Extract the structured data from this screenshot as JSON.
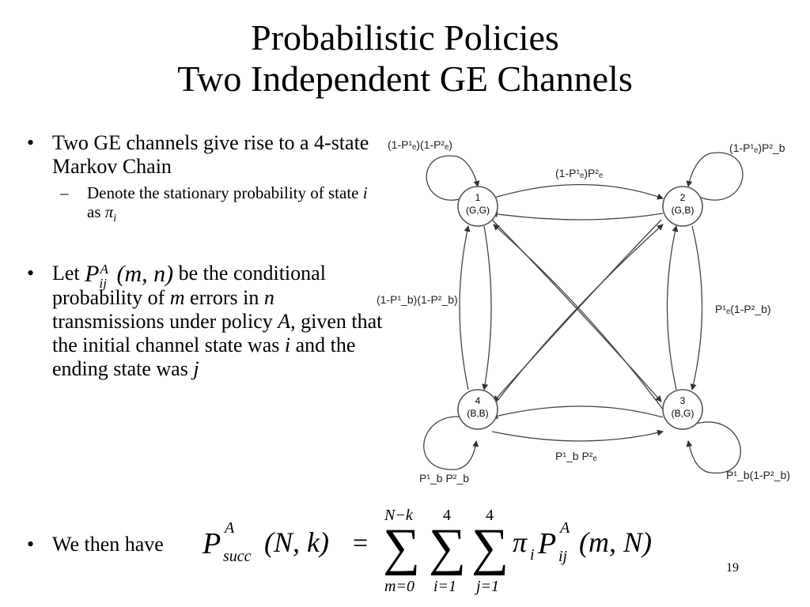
{
  "slide": {
    "title_line1": "Probabilistic Policies",
    "title_line2": "Two Independent GE Channels",
    "page_number": "19"
  },
  "bullets": {
    "b1_text": "Two GE channels give rise to a 4-state Markov Chain",
    "b1_sub_text": "Denote the stationary probability of state",
    "b1_sub_var": "i",
    "b1_sub_as": "as",
    "b1_sub_pi": "π",
    "b1_sub_pi_idx": "i",
    "b2_let": "Let",
    "b2_sym": "P",
    "b2_sup": "A",
    "b2_sub": "ij",
    "b2_args": "(m, n)",
    "b2_text1": "be the conditional probability of",
    "b2_m": "m",
    "b2_text2": "errors in",
    "b2_n": "n",
    "b2_text3": "transmissions under policy",
    "b2_A": "A",
    "b2_text4": ", given that the initial channel state was",
    "b2_i": "i",
    "b2_text5": "and the ending state was",
    "b2_j": "j",
    "b3_text": "We then have"
  },
  "diagram": {
    "states": [
      {
        "num": "1",
        "label": "(G,G)"
      },
      {
        "num": "2",
        "label": "(G,B)"
      },
      {
        "num": "3",
        "label": "(B,G)"
      },
      {
        "num": "4",
        "label": "(B,B)"
      }
    ],
    "self_loops": {
      "s1": "(1-P¹ₑ)(1-P²ₑ)",
      "s2": "(1-P¹ₑ)P²_b",
      "s3": "P¹_b(1-P²_b)",
      "s4": "P¹_b P²_b"
    },
    "edges": {
      "e12": "(1-P¹ₑ)P²ₑ",
      "e14": "(1-P¹_b)(1-P²_b)",
      "e23": "P¹ₑ(1-P²_b)",
      "e34": "P¹_b P²ₑ"
    }
  },
  "formula": {
    "lhs_sym": "P",
    "lhs_sup": "A",
    "lhs_sub": "succ",
    "lhs_args": "(N, k)",
    "eq": "=",
    "sum1_top": "N−k",
    "sum1_bot": "m=0",
    "sum2_top": "4",
    "sum2_bot": "i=1",
    "sum3_top": "4",
    "sum3_bot": "j=1",
    "pi": "π",
    "pi_sub": "i",
    "term_sym": "P",
    "term_sup": "A",
    "term_sub": "ij",
    "term_args": "(m, N)"
  }
}
